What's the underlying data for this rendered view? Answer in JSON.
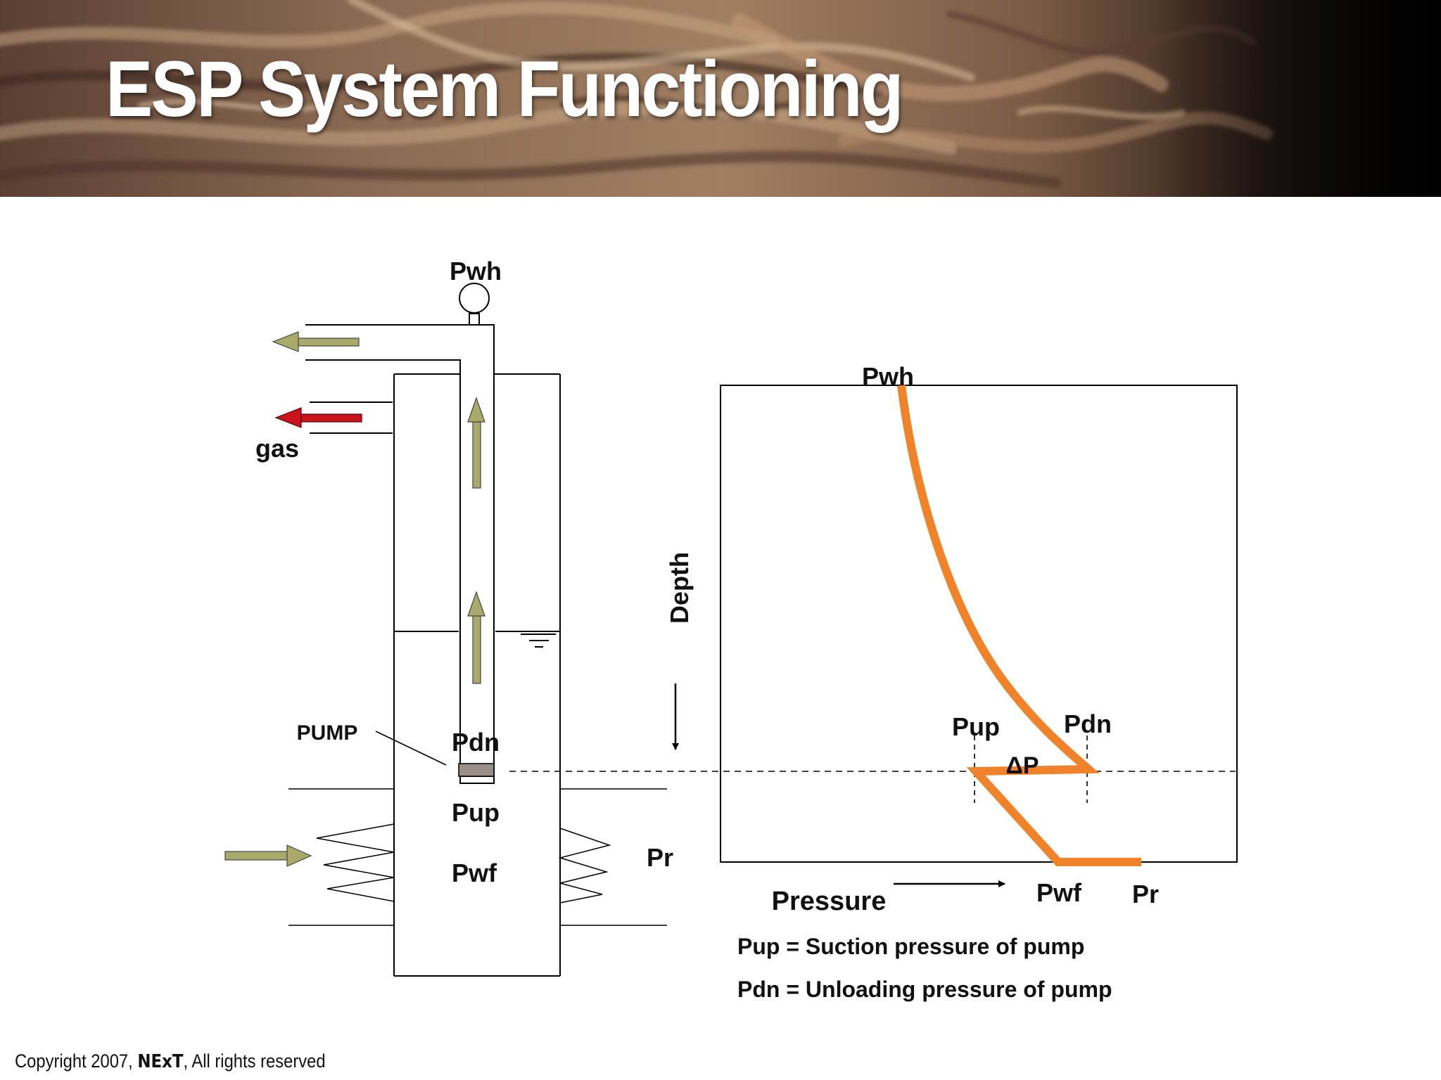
{
  "title": "ESP System Functioning",
  "copyright": {
    "prefix": "Copyright 2007, ",
    "brand": "NExT",
    "suffix": ", All rights reserved"
  },
  "well": {
    "wellhead_label": "Pwh",
    "gas_label": "gas",
    "pump_label": "PUMP",
    "discharge_label": "Pdn",
    "intake_label": "Pup",
    "flowing_label": "Pwf",
    "reservoir_label": "Pr"
  },
  "depth_label": "Depth",
  "plot_labels": {
    "wellhead": "Pwh",
    "intake": "Pup",
    "discharge": "Pdn",
    "delta": "ΔP",
    "flowing": "Pwf",
    "reservoir": "Pr",
    "pressure": "Pressure"
  },
  "legend": {
    "pup": "Pup = Suction pressure of pump",
    "pdn": "Pdn = Unloading pressure of pump"
  },
  "colors": {
    "curve": "#f0822a",
    "fluid_arrow": "#a9a96a",
    "gas_arrow": "#c8141a",
    "pump": "#9a8f86"
  }
}
